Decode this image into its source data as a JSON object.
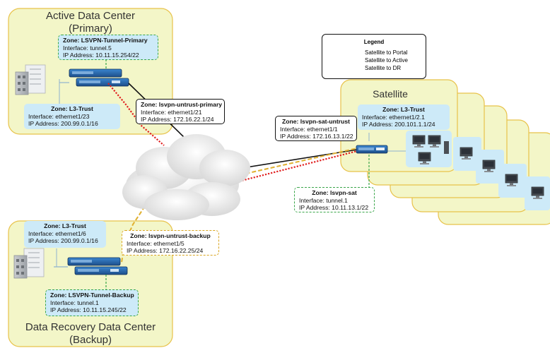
{
  "legend": {
    "title": "Legend",
    "items": [
      {
        "label": "Satellite to Portal",
        "color": "#e02020"
      },
      {
        "label": "Satellite to Active",
        "color": "#111111"
      },
      {
        "label": "Satellite to DR",
        "color": "#e0b030"
      }
    ]
  },
  "active_dc": {
    "title_line1": "Active Data Center",
    "title_line2": "(Primary)",
    "tunnel_zone": {
      "zone": "Zone: LSVPN-Tunnel-Primary",
      "interface": "Interface: tunnel.5",
      "ip": "IP Address: 10.11.15.254/22"
    },
    "trust_zone": {
      "zone": "Zone: L3-Trust",
      "interface": "Interface: ethernet1/23",
      "ip": "IP Address: 200.99.0.1/16"
    },
    "untrust_zone": {
      "zone": "Zone: lsvpn-untrust-primary",
      "interface": "Interface: ethernet1/21",
      "ip": "IP Address: 172.16.22.1/24"
    }
  },
  "dr_dc": {
    "title_line1": "Data Recovery Data Center",
    "title_line2": "(Backup)",
    "trust_zone": {
      "zone": "Zone: L3-Trust",
      "interface": "Interface: ethernet1/6",
      "ip": "IP Address: 200.99.0.1/16"
    },
    "untrust_zone": {
      "zone": "Zone: lsvpn-untrust-backup",
      "interface": "Interface: ethernet1/5",
      "ip": "IP Address: 172.16.22.25/24"
    },
    "tunnel_zone": {
      "zone": "Zone: LSVPN-Tunnel-Backup",
      "interface": "Interface: tunnel.1",
      "ip": "IP Address: 10.11.15.245/22"
    }
  },
  "satellite": {
    "title": "Satellite",
    "trust_zone": {
      "zone": "Zone: L3-Trust",
      "interface": "Interface: ethernet1/2.1",
      "ip": "IP Address: 200.101.1.1/24"
    },
    "untrust_zone": {
      "zone": "Zone: lsvpn-sat-untrust",
      "interface": "Interface: ethernet1/1",
      "ip": "IP Address: 172.16.13.1/22"
    },
    "sat_zone": {
      "zone": "Zone: lsvpn-sat",
      "interface": "Interface: tunnel.1",
      "ip": "IP Address: 10.11.13.1/22"
    }
  },
  "colors": {
    "site_fill": "#f3f6c8",
    "site_stroke": "#e8c24a",
    "zone_fill": "#cdeaf8",
    "tunnel_border": "#3aa64a",
    "firewall": "#2a6bb0"
  }
}
